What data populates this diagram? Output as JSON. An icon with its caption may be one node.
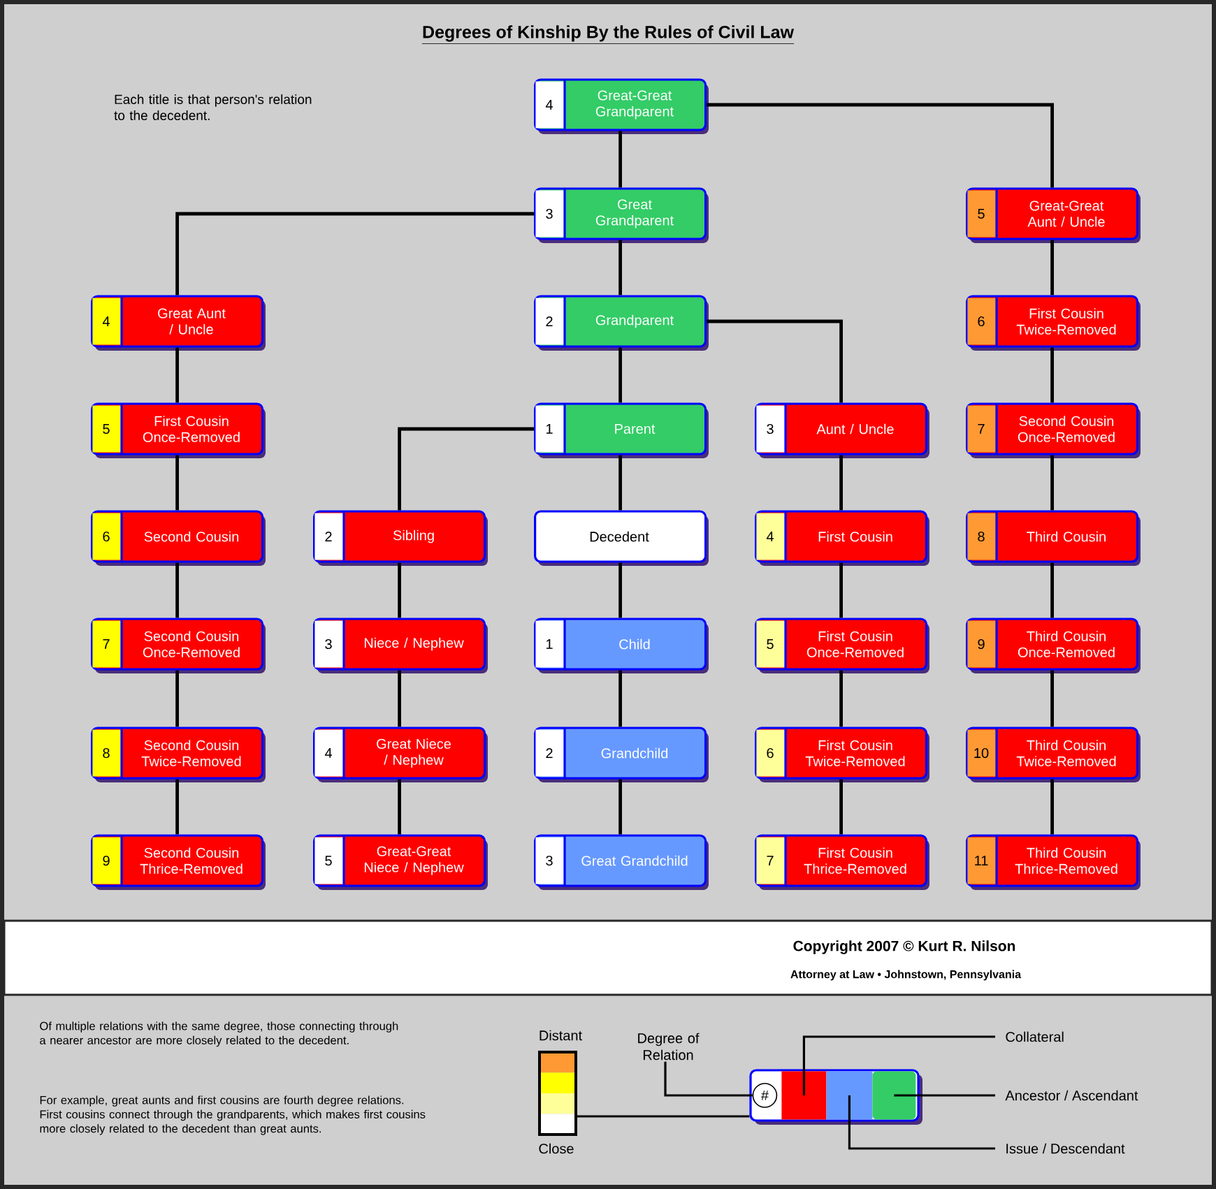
{
  "diagram": {
    "title": "Degrees of Kinship By the Rules of Civil Law",
    "nodes": [
      {
        "text": [
          "4",
          "Great-Great Grandparent"
        ]
      },
      {
        "text": [
          "3",
          "Great Grandparent"
        ]
      },
      {
        "text": [
          "5",
          "Great-Great Aunt / Uncle"
        ]
      },
      {
        "text": [
          "4",
          "Great Aunt / Uncle"
        ]
      },
      {
        "text": [
          "2",
          "Grandparent"
        ]
      },
      {
        "text": [
          "6",
          "First Cousin Twice-Removed"
        ]
      },
      {
        "text": [
          "5",
          "First Cousin Once-Removed"
        ]
      },
      {
        "text": [
          "1",
          "Parent"
        ]
      },
      {
        "text": [
          "3",
          "Aunt / Uncle"
        ]
      },
      {
        "text": [
          "7",
          "Second Cousin Once-Removed"
        ]
      },
      {
        "text": [
          "6",
          "Second Cousin"
        ]
      },
      {
        "text": [
          "2",
          "Sibling"
        ]
      },
      {
        "text": [
          "Decedent"
        ]
      },
      {
        "text": [
          "4",
          "First Cousin"
        ]
      },
      {
        "text": [
          "8",
          "Third Cousin"
        ]
      },
      {
        "text": [
          "7",
          "Second Cousin Once-Removed"
        ]
      },
      {
        "text": [
          "3",
          "Niece / Nephew"
        ]
      },
      {
        "text": [
          "1",
          "Child"
        ]
      },
      {
        "text": [
          "5",
          "First Cousin Once-Removed"
        ]
      },
      {
        "text": [
          "9",
          "Third Cousin Once-Removed"
        ]
      },
      {
        "text": [
          "8",
          "Second Cousin Twice-Removed"
        ]
      },
      {
        "text": [
          "4",
          "Great Niece / Nephew"
        ]
      },
      {
        "text": [
          "2",
          "Grandchild"
        ]
      },
      {
        "text": [
          "6",
          "First Cousin Twice-Removed"
        ]
      },
      {
        "text": [
          "10",
          "Third Cousin Twice-Removed"
        ]
      },
      {
        "text": [
          "9",
          "Second Cousin Thrice-Removed"
        ]
      },
      {
        "text": [
          "5",
          "Great-Great Niece / Nephew"
        ]
      },
      {
        "text": [
          "3",
          "Great Grandchild"
        ]
      },
      {
        "text": [
          "7",
          "First Cousin Thrice-Removed"
        ]
      },
      {
        "text": [
          "11",
          "Third Cousin Thrice-Removed"
        ]
      },
      {
        "text": [
          "Distant",
          "Close"
        ]
      },
      {
        "text": [
          "Degree of Relation"
        ]
      },
      {
        "text": [],
        "shape": "box"
      },
      {
        "text": [
          "#"
        ],
        "in": 32
      },
      {
        "text": [],
        "shape": "box",
        "in": 32
      },
      {
        "text": [],
        "shape": "box",
        "in": 32
      },
      {
        "text": [],
        "shape": "box",
        "in": 32
      },
      {
        "text": [
          "Collateral"
        ]
      },
      {
        "text": [
          "Ancestor / Ascendant"
        ]
      },
      {
        "text": [
          "Issue / Descendant"
        ]
      }
    ],
    "edges": [
      {
        "from": 0,
        "to": 1,
        "arrow": "none"
      },
      {
        "from": 0,
        "to": 2,
        "arrow": "none"
      },
      {
        "from": 1,
        "to": 3,
        "arrow": "none"
      },
      {
        "from": 1,
        "to": 4,
        "arrow": "none"
      },
      {
        "from": 4,
        "to": 7,
        "arrow": "none"
      },
      {
        "from": 4,
        "to": 8,
        "arrow": "none"
      },
      {
        "from": 7,
        "to": 11,
        "arrow": "none"
      },
      {
        "from": 7,
        "to": 12,
        "arrow": "none"
      },
      {
        "from": 12,
        "to": 17,
        "arrow": "none"
      },
      {
        "from": 17,
        "to": 22,
        "arrow": "none"
      },
      {
        "from": 22,
        "to": 27,
        "arrow": "none"
      },
      {
        "from": 3,
        "to": 6,
        "arrow": "none"
      },
      {
        "from": 6,
        "to": 10,
        "arrow": "none"
      },
      {
        "from": 10,
        "to": 15,
        "arrow": "none"
      },
      {
        "from": 15,
        "to": 20,
        "arrow": "none"
      },
      {
        "from": 20,
        "to": 25,
        "arrow": "none"
      },
      {
        "from": 11,
        "to": 16,
        "arrow": "none"
      },
      {
        "from": 16,
        "to": 21,
        "arrow": "none"
      },
      {
        "from": 21,
        "to": 26,
        "arrow": "none"
      },
      {
        "from": 8,
        "to": 13,
        "arrow": "none"
      },
      {
        "from": 13,
        "to": 18,
        "arrow": "none"
      },
      {
        "from": 18,
        "to": 23,
        "arrow": "none"
      },
      {
        "from": 23,
        "to": 28,
        "arrow": "none"
      },
      {
        "from": 2,
        "to": 5,
        "arrow": "none"
      },
      {
        "from": 5,
        "to": 9,
        "arrow": "none"
      },
      {
        "from": 9,
        "to": 14,
        "arrow": "none"
      },
      {
        "from": 14,
        "to": 19,
        "arrow": "none"
      },
      {
        "from": 19,
        "to": 24,
        "arrow": "none"
      },
      {
        "from": 24,
        "to": 29,
        "arrow": "none"
      },
      {
        "from": 30,
        "to": 32,
        "arrow": "none"
      },
      {
        "from": 31,
        "to": 33,
        "arrow": "none"
      },
      {
        "from": 37,
        "to": 34,
        "arrow": "none"
      },
      {
        "from": 38,
        "to": 36,
        "arrow": "none"
      },
      {
        "from": 39,
        "to": 35,
        "arrow": "none"
      }
    ],
    "labels": [
      "Each title is that person's relation to the decedent.",
      "Copyright 2007 © Kurt R. Nilson",
      "Attorney at Law • Johnstown, Pennsylvania",
      "Of multiple relations with the same degree, those connecting through a nearer ancestor are more closely related to the decedent.",
      "For example, great aunts and first cousins are fourth degree relations.  First cousins connect through the grandparents, which makes first cousins more closely related to the decedent than great aunts."
    ]
  }
}
